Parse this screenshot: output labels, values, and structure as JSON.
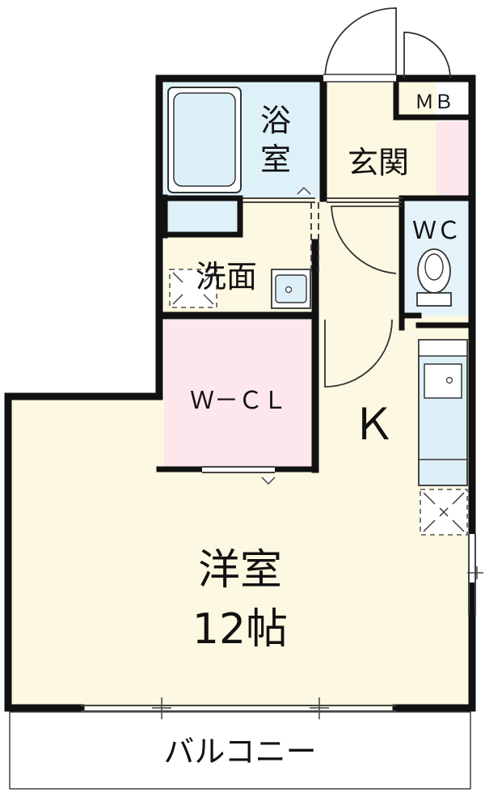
{
  "colors": {
    "wall": "#111111",
    "room_main": "#fdf8e1",
    "bath": "#dff1f8",
    "wc": "#e4f3f9",
    "closet": "#fde6ec",
    "meter_box": "#fde6ec",
    "balcony": "#ffffff",
    "fixture": "#ddf0f8"
  },
  "rooms": {
    "bath": {
      "label_line1": "浴",
      "label_line2": "室"
    },
    "entrance": {
      "label": "玄関"
    },
    "meter_box": {
      "label": "ＭＢ"
    },
    "wc": {
      "label": "ＷＣ"
    },
    "washroom": {
      "label": "洗面"
    },
    "closet": {
      "label": "Ｗ－ＣＬ"
    },
    "kitchen": {
      "label": "Ｋ"
    },
    "western_room": {
      "label_line1": "洋室",
      "label_line2": "12帖"
    },
    "balcony": {
      "label": "バルコニー"
    }
  }
}
